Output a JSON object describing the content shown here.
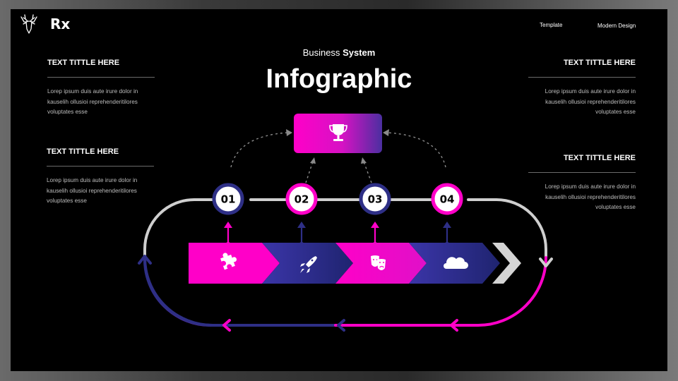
{
  "brand": {
    "name": "Rx",
    "logo_icon": "deer-head-icon"
  },
  "nav": {
    "item1": "Template",
    "item2": "Modern Design"
  },
  "header": {
    "subtitle_regular": "Business",
    "subtitle_bold": "System",
    "title": "Infographic"
  },
  "blocks": [
    {
      "title": "TEXT TITTLE HERE",
      "lines": [
        "Lorep  ipsum duis aute irure dolor in",
        "kauselih ollusioi reprehenderitilores",
        "voluptates esse"
      ]
    },
    {
      "title": "TEXT TITTLE HERE",
      "lines": [
        "Lorep  ipsum duis aute irure dolor in",
        "kauselih ollusioi reprehenderitilores",
        "voluptates esse"
      ]
    },
    {
      "title": "TEXT TITTLE HERE",
      "lines": [
        "Lorep  ipsum duis aute irure dolor in",
        "kauselih ollusioi reprehenderitilores",
        "voluptates esse"
      ]
    },
    {
      "title": "TEXT TITTLE HERE",
      "lines": [
        "Lorep  ipsum duis aute irure dolor in",
        "kauselih ollusioi reprehenderitilores",
        "voluptates esse"
      ]
    }
  ],
  "steps": [
    {
      "num": "01",
      "icon": "puzzle-icon"
    },
    {
      "num": "02",
      "icon": "rocket-icon"
    },
    {
      "num": "03",
      "icon": "theater-masks-icon"
    },
    {
      "num": "04",
      "icon": "cloud-icon"
    }
  ],
  "goal_icon": "trophy-icon",
  "colors": {
    "magenta": "#ff00c8",
    "navy": "#2e2f86",
    "gray": "#cfcfcf",
    "background": "#000000"
  }
}
